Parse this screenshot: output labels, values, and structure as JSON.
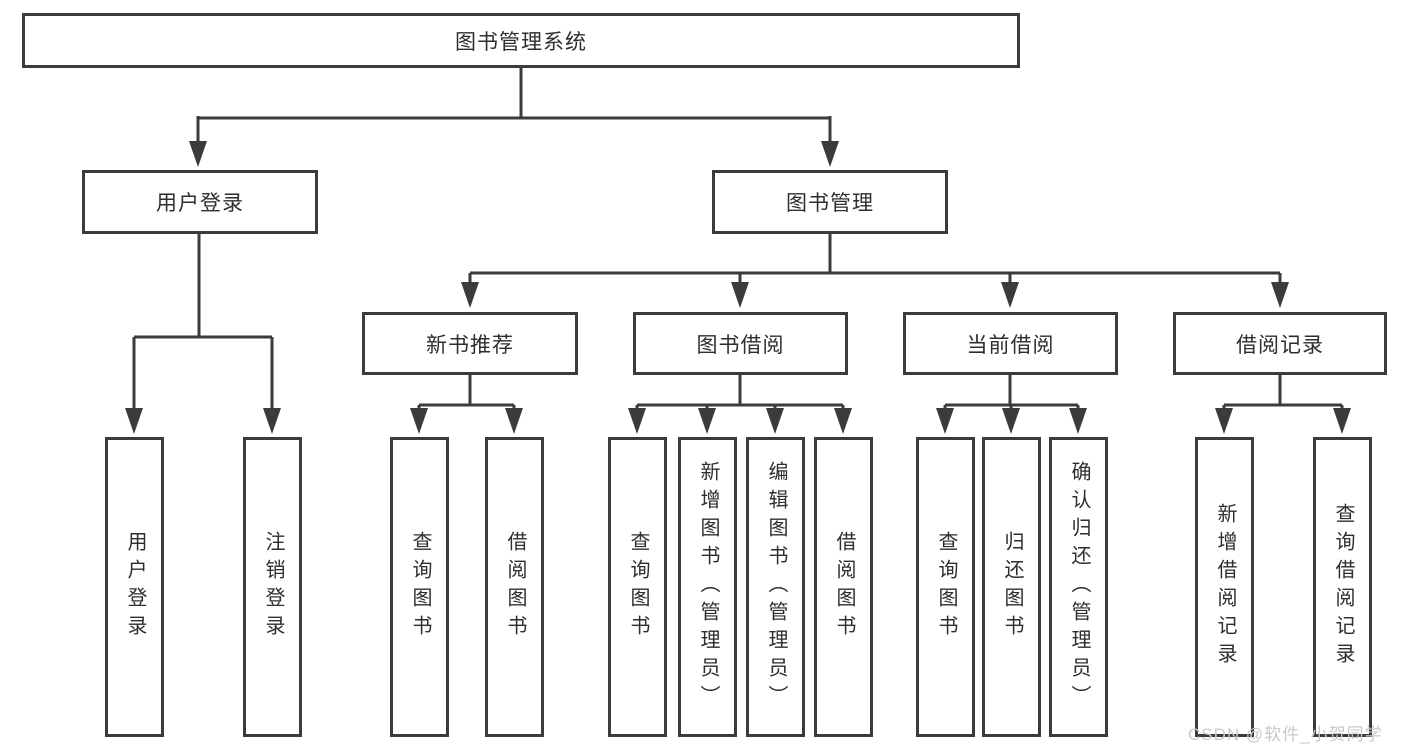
{
  "root": {
    "label": "图书管理系统"
  },
  "branches": {
    "user_login": {
      "label": "用户登录",
      "children": [
        {
          "label": "用户登录"
        },
        {
          "label": "注销登录"
        }
      ]
    },
    "book_management": {
      "label": "图书管理",
      "sections": [
        {
          "label": "新书推荐",
          "children": [
            {
              "label": "查询图书"
            },
            {
              "label": "借阅图书"
            }
          ]
        },
        {
          "label": "图书借阅",
          "children": [
            {
              "label": "查询图书"
            },
            {
              "label": "新增图书（管理员）"
            },
            {
              "label": "编辑图书（管理员）"
            },
            {
              "label": "借阅图书"
            }
          ]
        },
        {
          "label": "当前借阅",
          "children": [
            {
              "label": "查询图书"
            },
            {
              "label": "归还图书"
            },
            {
              "label": "确认归还（管理员）"
            }
          ]
        },
        {
          "label": "借阅记录",
          "children": [
            {
              "label": "新增借阅记录"
            },
            {
              "label": "查询借阅记录"
            }
          ]
        }
      ]
    }
  },
  "watermark": {
    "text": "CSDN @软件_小贺同学"
  },
  "colors": {
    "line": "#3b3b3b",
    "text": "#2e2e2e",
    "background": "#ffffff",
    "watermark": "#c9c9c9"
  }
}
